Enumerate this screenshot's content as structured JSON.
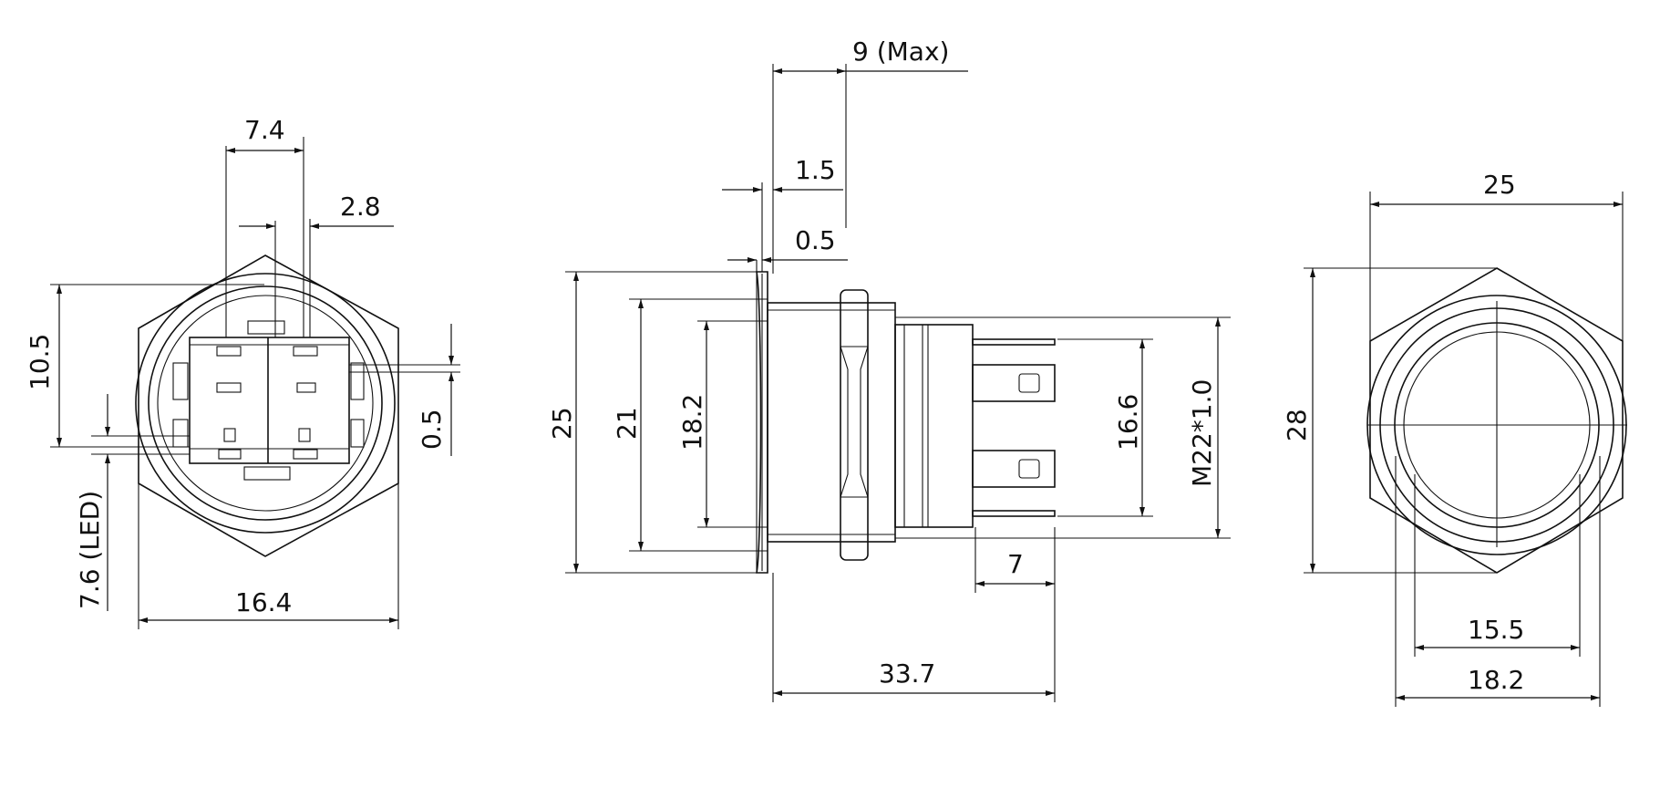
{
  "labels": {
    "front_top_width": "7.4",
    "front_pin_offset": "2.8",
    "front_height": "10.5",
    "front_gap": "0.5",
    "front_led": "7.6 (LED)",
    "front_body_width": "16.4",
    "side_max": "9 (Max)",
    "side_bezel": "1.5",
    "side_flange": "0.5",
    "side_25": "25",
    "side_21": "21",
    "side_182": "18.2",
    "side_166": "16.6",
    "side_thread": "M22*1.0",
    "side_terminal": "7",
    "side_length": "33.7",
    "rear_width": "25",
    "rear_height": "28",
    "rear_inner": "15.5",
    "rear_outer": "18.2"
  },
  "colors": {
    "line": "#111111",
    "background": "#ffffff"
  }
}
